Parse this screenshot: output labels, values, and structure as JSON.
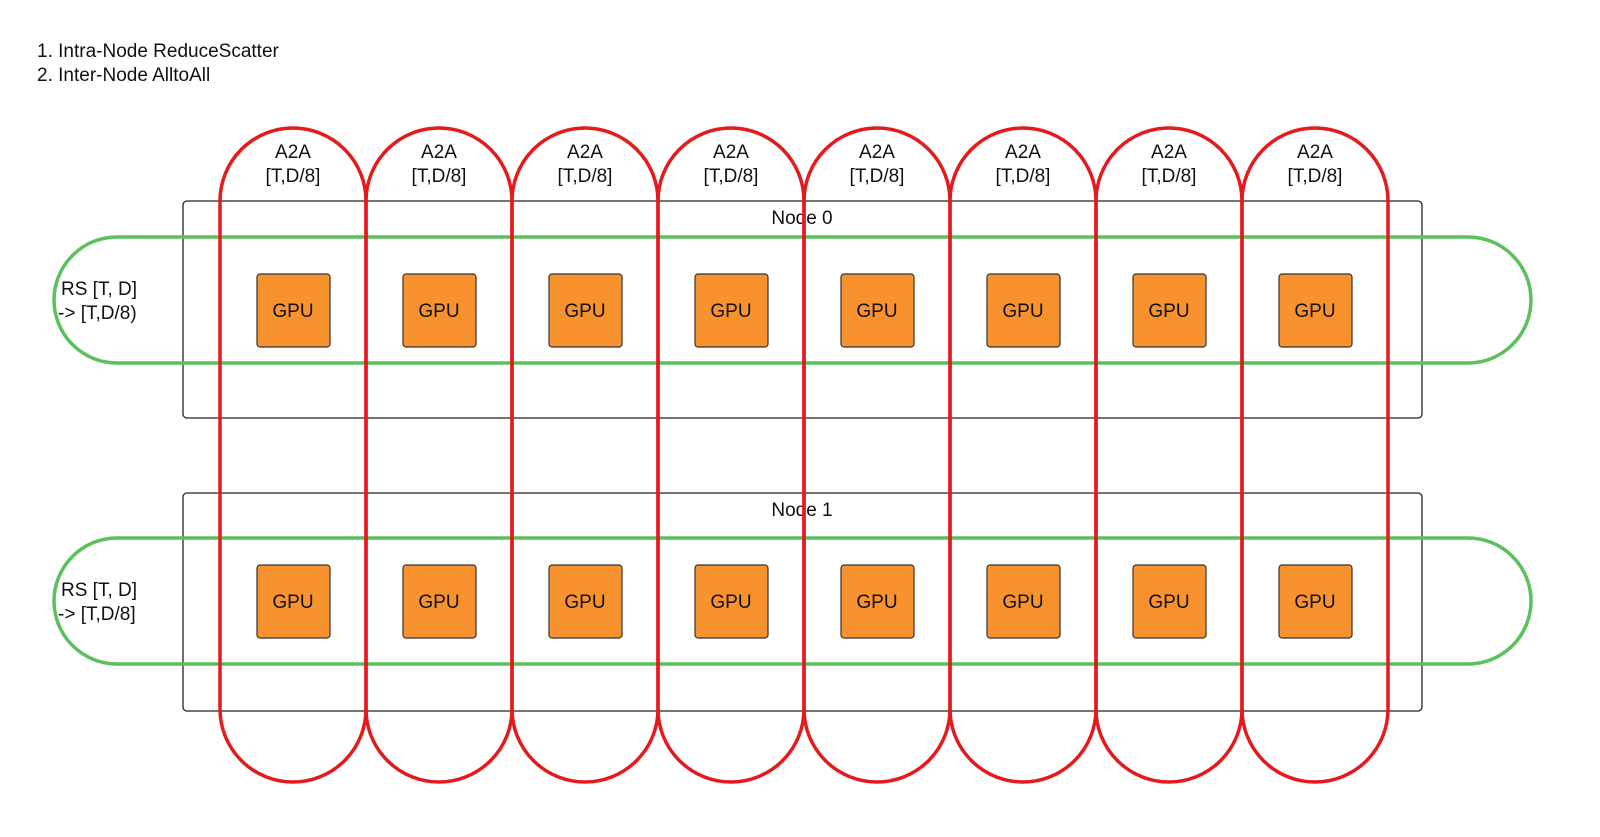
{
  "steps": [
    "1. Intra-Node ReduceScatter",
    "2. Inter-Node AlltoAll"
  ],
  "nodes": [
    {
      "label": "Node 0",
      "rs_label": [
        "RS [T, D]",
        "-> [T,D/8)"
      ]
    },
    {
      "label": "Node 1",
      "rs_label": [
        "RS [T, D]",
        "-> [T,D/8]"
      ]
    }
  ],
  "gpus_per_node": 8,
  "gpu_label": "GPU",
  "a2a_label": [
    "A2A",
    "[T,D/8]"
  ],
  "colors": {
    "a2a_group": "#e41a1c",
    "rs_group": "#5cc05c",
    "gpu_fill": "#f7922e",
    "node_border": "#222222"
  }
}
